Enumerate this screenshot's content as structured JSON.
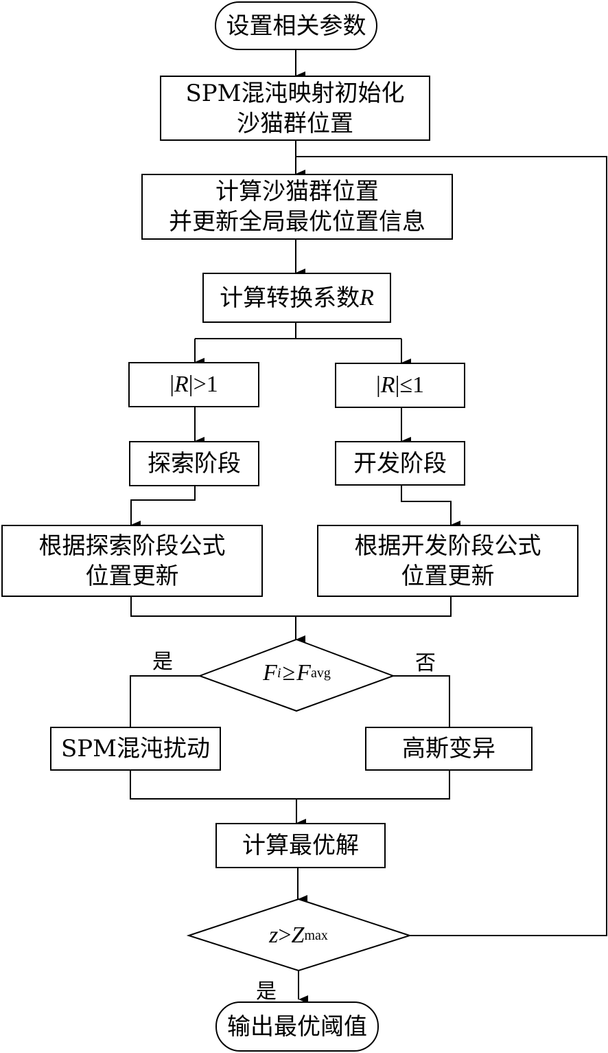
{
  "nodes": {
    "start": "设置相关参数",
    "spm_init_line1": "SPM混沌映射初始化",
    "spm_init_line2": "沙猫群位置",
    "calc_pos_line1": "计算沙猫群位置",
    "calc_pos_line2": "并更新全局最优位置信息",
    "calc_r_text": "计算转换系数",
    "calc_r_var": "R",
    "cond_gt": {
      "bar_open": "|",
      "var": "R",
      "rest": "|>1"
    },
    "cond_le": {
      "bar_open": "|",
      "var": "R",
      "rest": "|≤1"
    },
    "explore": "探索阶段",
    "develop": "开发阶段",
    "explore_update_line1": "根据探索阶段公式",
    "explore_update_line2": "位置更新",
    "develop_update_line1": "根据开发阶段公式",
    "develop_update_line2": "位置更新",
    "decision1": {
      "lhs": "F",
      "lhs_sub": "i",
      "op": "≥",
      "rhs": "F",
      "rhs_sub": "avg"
    },
    "spm_perturb": "SPM混沌扰动",
    "gauss": "高斯变异",
    "best": "计算最优解",
    "decision2": {
      "lhs": "z",
      "op": ">",
      "rhs": "Z",
      "rhs_sub": "max"
    },
    "end": "输出最优阈值"
  },
  "edge_labels": {
    "decision1_yes": "是",
    "decision1_no": "否",
    "decision2_yes": "是"
  }
}
